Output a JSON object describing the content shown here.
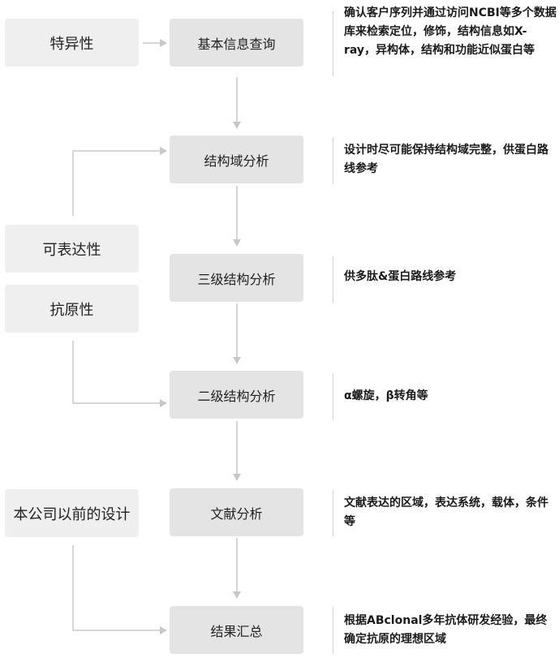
{
  "left_boxes": {
    "specificity": "特异性",
    "accessibility": "可表达性",
    "antigenicity": "抗原性",
    "previous_designs": "本公司以前的设计"
  },
  "steps": [
    {
      "label": "基本信息查询",
      "note": "确认客户序列并通过访问NCBI等多个数据库来检索定位，修饰，结构信息如X-ray，异构体，结构和功能近似蛋白等"
    },
    {
      "label": "结构域分析",
      "note": "设计时尽可能保持结构域完整，供蛋白路线参考"
    },
    {
      "label": "三级结构分析",
      "note": "供多肽&蛋白路线参考"
    },
    {
      "label": "二级结构分析",
      "note": "α螺旋，β转角等"
    },
    {
      "label": "文献分析",
      "note": "文献表达的区域，表达系统，载体，条件等"
    },
    {
      "label": "结果汇总",
      "note": "根据ABclonal多年抗体研发经验，最终确定抗原的理想区域"
    }
  ],
  "colors": {
    "arrow": "#c8c8c8",
    "left_box": "#efefef",
    "step_box": "#e4e4e4"
  }
}
